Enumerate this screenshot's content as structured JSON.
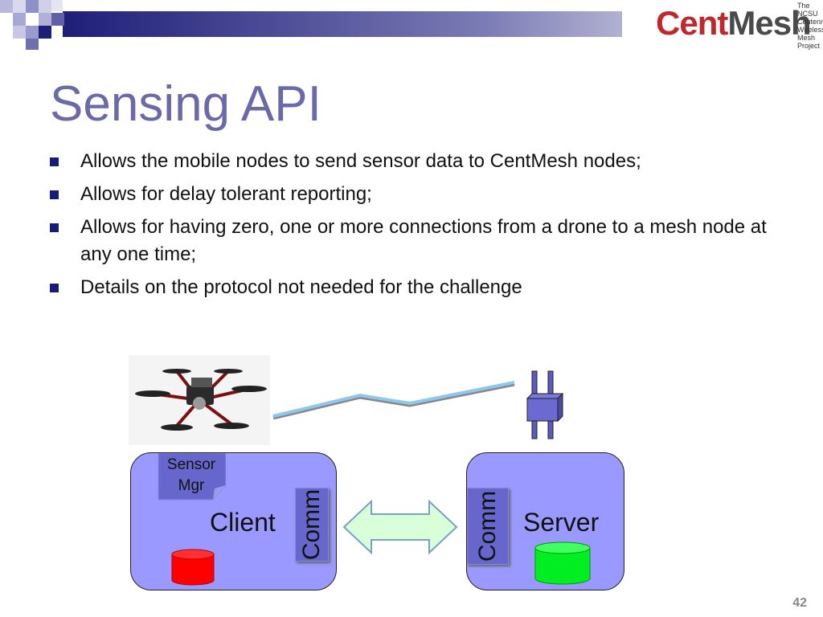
{
  "header": {
    "logo": {
      "word_part1": "Cent",
      "word_part2": "Mesh",
      "tagline": "The NCSU Centennial Wireless Mesh Project"
    }
  },
  "slide": {
    "title": "Sensing API",
    "bullets": [
      "Allows the mobile nodes to send sensor data to CentMesh nodes;",
      "Allows for delay tolerant reporting;",
      "Allows for having zero, one or more connections from a drone to a mesh node at any one time;",
      "Details on the protocol not needed for the challenge"
    ],
    "page_number": "42"
  },
  "diagram": {
    "client": {
      "label": "Client",
      "sensor_mgr": "Sensor Mgr",
      "comm": "Comm",
      "db_color": "#ff0000"
    },
    "server": {
      "label": "Server",
      "comm": "Comm",
      "db_color": "#00ff22"
    },
    "link_color": "#8ec8ee",
    "arrow_color": "#d8ffd8"
  },
  "colors": {
    "title": "#6a6aa8",
    "bullet": "#1a1a7a",
    "box_fill": "#9999ff",
    "comm_fill": "#6666cc"
  }
}
